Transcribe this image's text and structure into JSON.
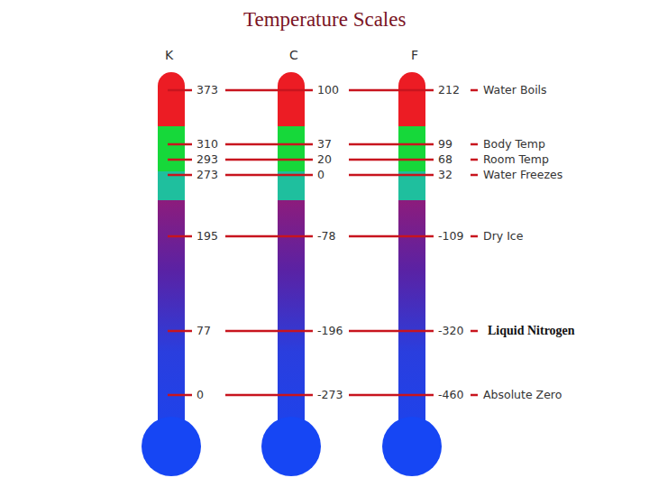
{
  "diagram": {
    "title": "Temperature Scales",
    "labels": [
      "K",
      "C",
      "F",
      "373",
      "100",
      "212",
      "Water Boils",
      "310",
      "37",
      "99",
      "Body Temp",
      "293",
      "20",
      "68",
      "Room Temp",
      "273",
      "0",
      "32",
      "Water Freezes",
      "195",
      "-78",
      "-109",
      "Dry Ice",
      "77",
      "-196",
      "-320",
      "Liquid Nitrogen",
      "0",
      "-273",
      "-460",
      "Absolute Zero"
    ]
  }
}
